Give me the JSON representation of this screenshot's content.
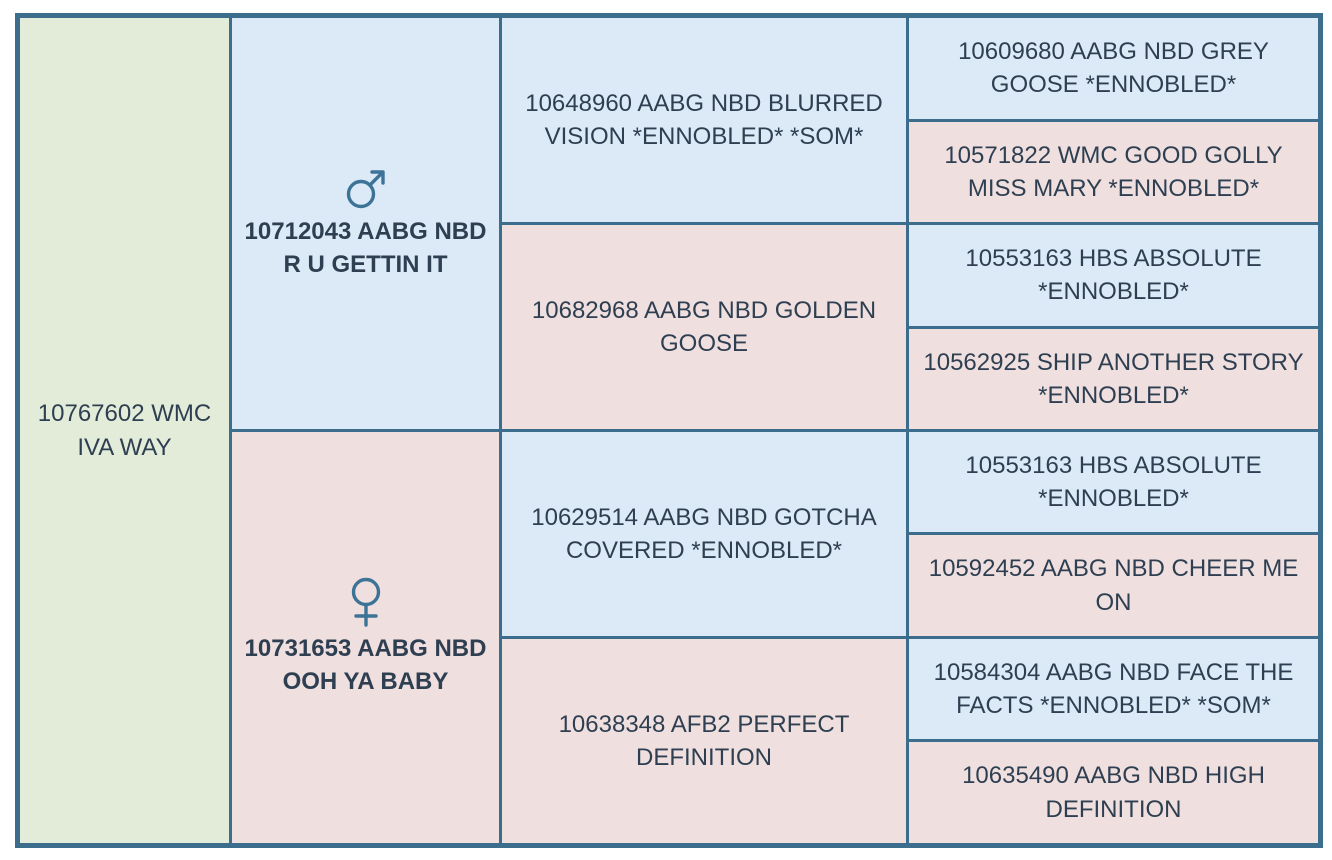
{
  "pedigree": {
    "type": "pedigree-table",
    "colors": {
      "border": "#3d6d8d",
      "self_fill": "#e3ecd9",
      "sire_fill": "#dce9f6",
      "dam_fill": "#efdfdf",
      "text": "#2e3f51",
      "symbol": "#3d7396"
    },
    "self": {
      "label": "10767602 WMC IVA WAY",
      "fill": "self"
    },
    "generation2": [
      {
        "symbol": "male-symbol",
        "label": "10712043 AABG NBD R U GETTIN IT",
        "fill": "sire"
      },
      {
        "symbol": "female-symbol",
        "label": "10731653 AABG NBD OOH YA BABY",
        "fill": "dam"
      }
    ],
    "generation3": [
      {
        "label": "10648960 AABG NBD BLURRED VISION *ENNOBLED* *SOM*",
        "fill": "sire"
      },
      {
        "label": "10682968 AABG NBD GOLDEN GOOSE",
        "fill": "dam"
      },
      {
        "label": "10629514 AABG NBD GOTCHA COVERED *ENNOBLED*",
        "fill": "sire"
      },
      {
        "label": "10638348 AFB2 PERFECT DEFINITION",
        "fill": "dam"
      }
    ],
    "generation4": [
      {
        "label": "10609680 AABG NBD GREY GOOSE *ENNOBLED*",
        "fill": "sire"
      },
      {
        "label": "10571822 WMC GOOD GOLLY MISS MARY *ENNOBLED*",
        "fill": "dam"
      },
      {
        "label": "10553163 HBS ABSOLUTE *ENNOBLED*",
        "fill": "sire"
      },
      {
        "label": "10562925 SHIP ANOTHER STORY *ENNOBLED*",
        "fill": "dam"
      },
      {
        "label": "10553163 HBS ABSOLUTE *ENNOBLED*",
        "fill": "sire"
      },
      {
        "label": "10592452 AABG NBD CHEER ME ON",
        "fill": "dam"
      },
      {
        "label": "10584304 AABG NBD FACE THE FACTS *ENNOBLED* *SOM*",
        "fill": "sire"
      },
      {
        "label": "10635490 AABG NBD HIGH DEFINITION",
        "fill": "dam"
      }
    ]
  }
}
